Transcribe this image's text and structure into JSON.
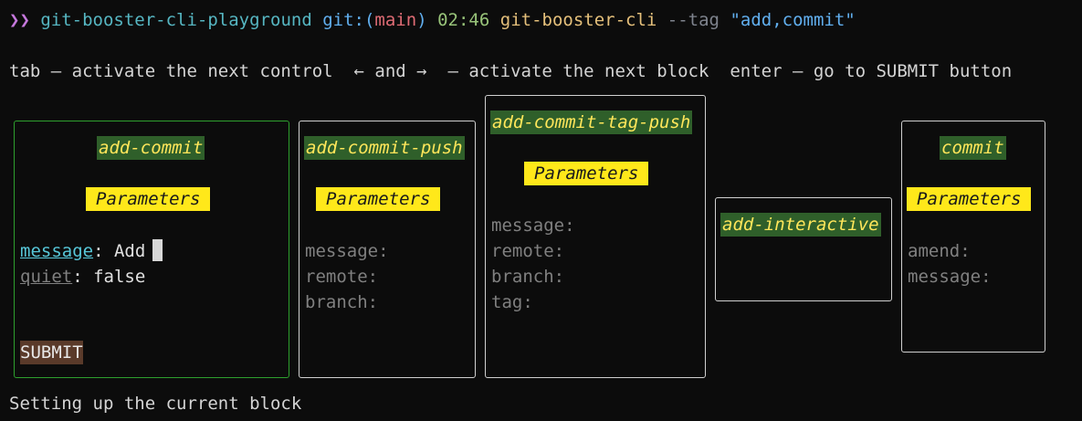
{
  "prompt": {
    "chevron": "❯❯",
    "directory": "git-booster-cli-playground",
    "git_label": "git:(",
    "branch": "main",
    "git_close": ")",
    "time": "02:46",
    "command": "git-booster-cli",
    "flag": "--tag",
    "argument": "\"add,commit\""
  },
  "help": {
    "tab_key": "tab",
    "tab_desc": " – activate the next control  ",
    "arrows_key": "← and →",
    "arrows_desc": "  – activate the next block  ",
    "enter_key": "enter",
    "enter_desc": " – go to SUBMIT button"
  },
  "blocks": {
    "b1": {
      "title": "add-commit",
      "params_label": "Parameters",
      "fields": [
        {
          "name": "message",
          "separator": ": ",
          "value": "Add"
        },
        {
          "name": "quiet",
          "separator": ": ",
          "value": "false"
        }
      ],
      "submit_label": "SUBMIT"
    },
    "b2": {
      "title": "add-commit-push",
      "params_label": "Parameters",
      "fields": [
        {
          "name": "message",
          "separator": ":"
        },
        {
          "name": "remote",
          "separator": ":"
        },
        {
          "name": "branch",
          "separator": ":"
        }
      ]
    },
    "b3": {
      "title": "add-commit-tag-push",
      "params_label": "Parameters",
      "fields": [
        {
          "name": "message",
          "separator": ":"
        },
        {
          "name": "remote",
          "separator": ":"
        },
        {
          "name": "branch",
          "separator": ":"
        },
        {
          "name": "tag",
          "separator": ":"
        }
      ]
    },
    "b4": {
      "title": "add-interactive"
    },
    "b5": {
      "title": "commit",
      "params_label": "Parameters",
      "fields": [
        {
          "name": "amend",
          "separator": ":"
        },
        {
          "name": "message",
          "separator": ":"
        }
      ]
    }
  },
  "status": {
    "text": "Setting up the current block"
  },
  "colors": {
    "background": "#0c0c0c",
    "active_border": "#2ea02e",
    "inactive_border": "#d0d0d0",
    "title_bg": "#2f5f2a",
    "title_fg": "#ffe65a",
    "params_bg": "#ffe81a",
    "focused_field": "#57c7d9",
    "submit_bg": "#5a3a2a"
  }
}
